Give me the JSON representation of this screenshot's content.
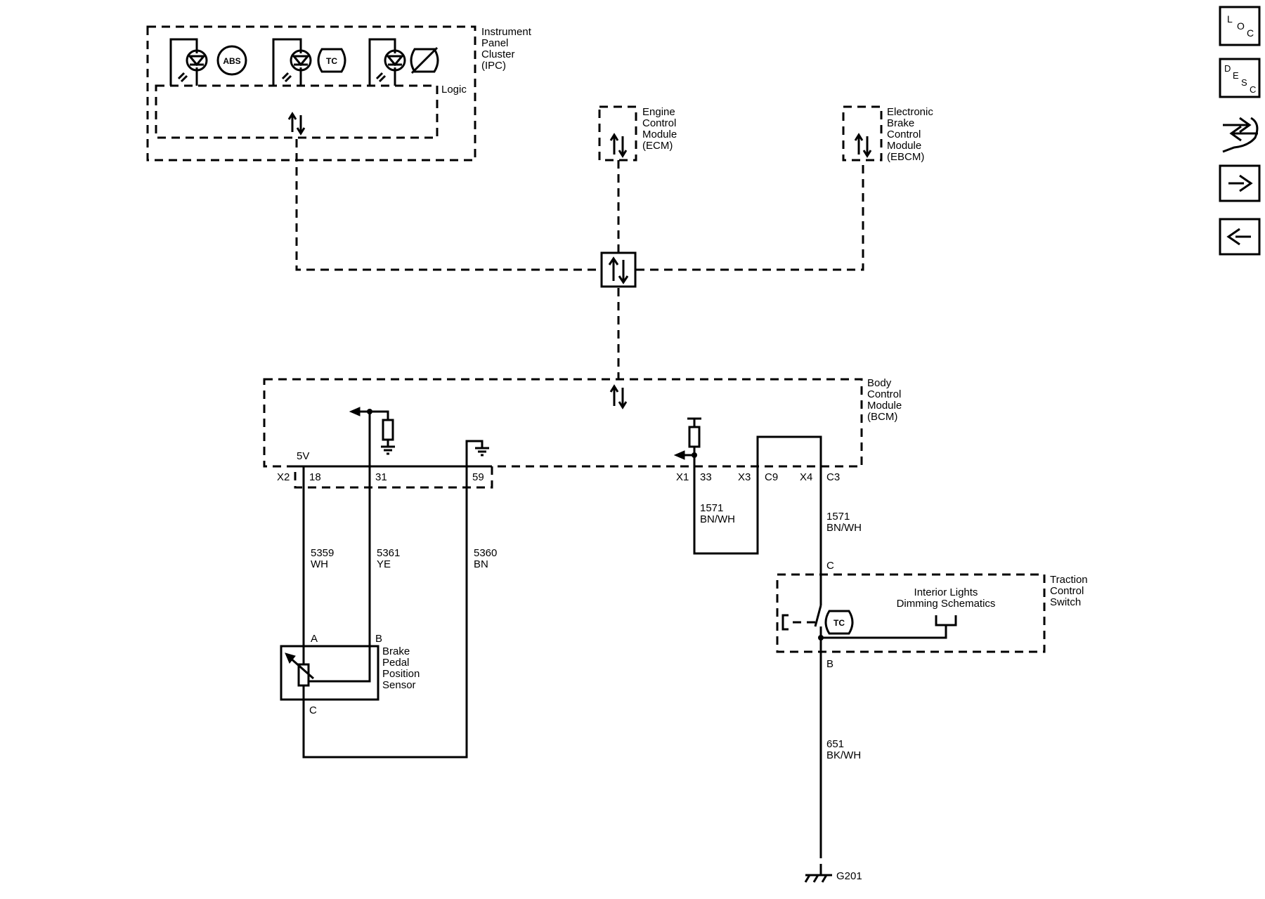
{
  "modules": {
    "ipc": {
      "lines": [
        "Instrument",
        "Panel",
        "Cluster",
        "(IPC)"
      ],
      "logic_label": "Logic"
    },
    "ecm": {
      "lines": [
        "Engine",
        "Control",
        "Module",
        "(ECM)"
      ]
    },
    "ebcm": {
      "lines": [
        "Electronic",
        "Brake",
        "Control",
        "Module",
        "(EBCM)"
      ]
    },
    "bcm": {
      "lines": [
        "Body",
        "Control",
        "Module",
        "(BCM)"
      ]
    },
    "tcs": {
      "lines": [
        "Traction",
        "Control",
        "Switch"
      ]
    },
    "bpps": {
      "lines": [
        "Brake",
        "Pedal",
        "Position",
        "Sensor"
      ]
    }
  },
  "indicators": {
    "abs": "ABS",
    "tc": "TC"
  },
  "connectors": {
    "x2": "X2",
    "x1": "X1",
    "x3": "X3",
    "x4": "X4",
    "pin18": "18",
    "pin31": "31",
    "pin59": "59",
    "pin33": "33",
    "pinC9": "C9",
    "pinC3": "C3",
    "v5": "5V"
  },
  "wires": {
    "w5359": {
      "num": "5359",
      "color": "WH"
    },
    "w5361": {
      "num": "5361",
      "color": "YE"
    },
    "w5360": {
      "num": "5360",
      "color": "BN"
    },
    "w1571a": {
      "num": "1571",
      "color": "BN/WH"
    },
    "w1571b": {
      "num": "1571",
      "color": "BN/WH"
    },
    "w651": {
      "num": "651",
      "color": "BK/WH"
    }
  },
  "pins": {
    "a": "A",
    "b": "B",
    "c": "C",
    "tcs_c": "C",
    "tcs_b": "B"
  },
  "dimming": [
    "Interior Lights",
    "Dimming Schematics"
  ],
  "ground": "G201",
  "side_nav": {
    "loc": {
      "l1": "L",
      "l2": "O",
      "l3": "C"
    },
    "desc": {
      "l1": "D",
      "l2": "E",
      "l3": "S",
      "l4": "C"
    }
  }
}
